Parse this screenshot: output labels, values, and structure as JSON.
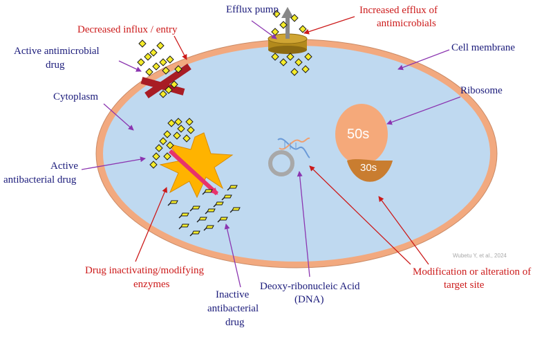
{
  "labels": {
    "efflux_pump": "Efflux pump",
    "increased_efflux_line1": "Increased efflux of",
    "increased_efflux_line2": "antimicrobials",
    "decreased_influx": "Decreased influx / entry",
    "active_antimicrobial_line1": "Active antimicrobial",
    "active_antimicrobial_line2": "drug",
    "cell_membrane": "Cell membrane",
    "cytoplasm": "Cytoplasm",
    "ribosome": "Ribosome",
    "active_antibacterial_line1": "Active",
    "active_antibacterial_line2": "antibacterial drug",
    "drug_inactivating_line1": "Drug inactivating/modifying",
    "drug_inactivating_line2": "enzymes",
    "inactive_line1": "Inactive",
    "inactive_line2": "antibacterial",
    "inactive_line3": "drug",
    "dna_line1": "Deoxy-ribonucleic Acid",
    "dna_line2": "(DNA)",
    "modification_line1": "Modification or alteration of",
    "modification_line2": "target site",
    "ribosome_large": "50s",
    "ribosome_small": "30s",
    "credit": "Wubetu Y, et al., 2024"
  },
  "colors": {
    "membrane": "#f2a97f",
    "cytoplasm": "#bfd9f0",
    "drug_diamond": "#f5ec2a",
    "pump": "#b38a1c",
    "blocked_entry": "#a81c24",
    "enzyme": "#ffb300",
    "ribosome_50s": "#f5a97a",
    "ribosome_30s": "#c97d30",
    "label_blue": "#1a1a7a",
    "label_red": "#cc1a1a"
  }
}
